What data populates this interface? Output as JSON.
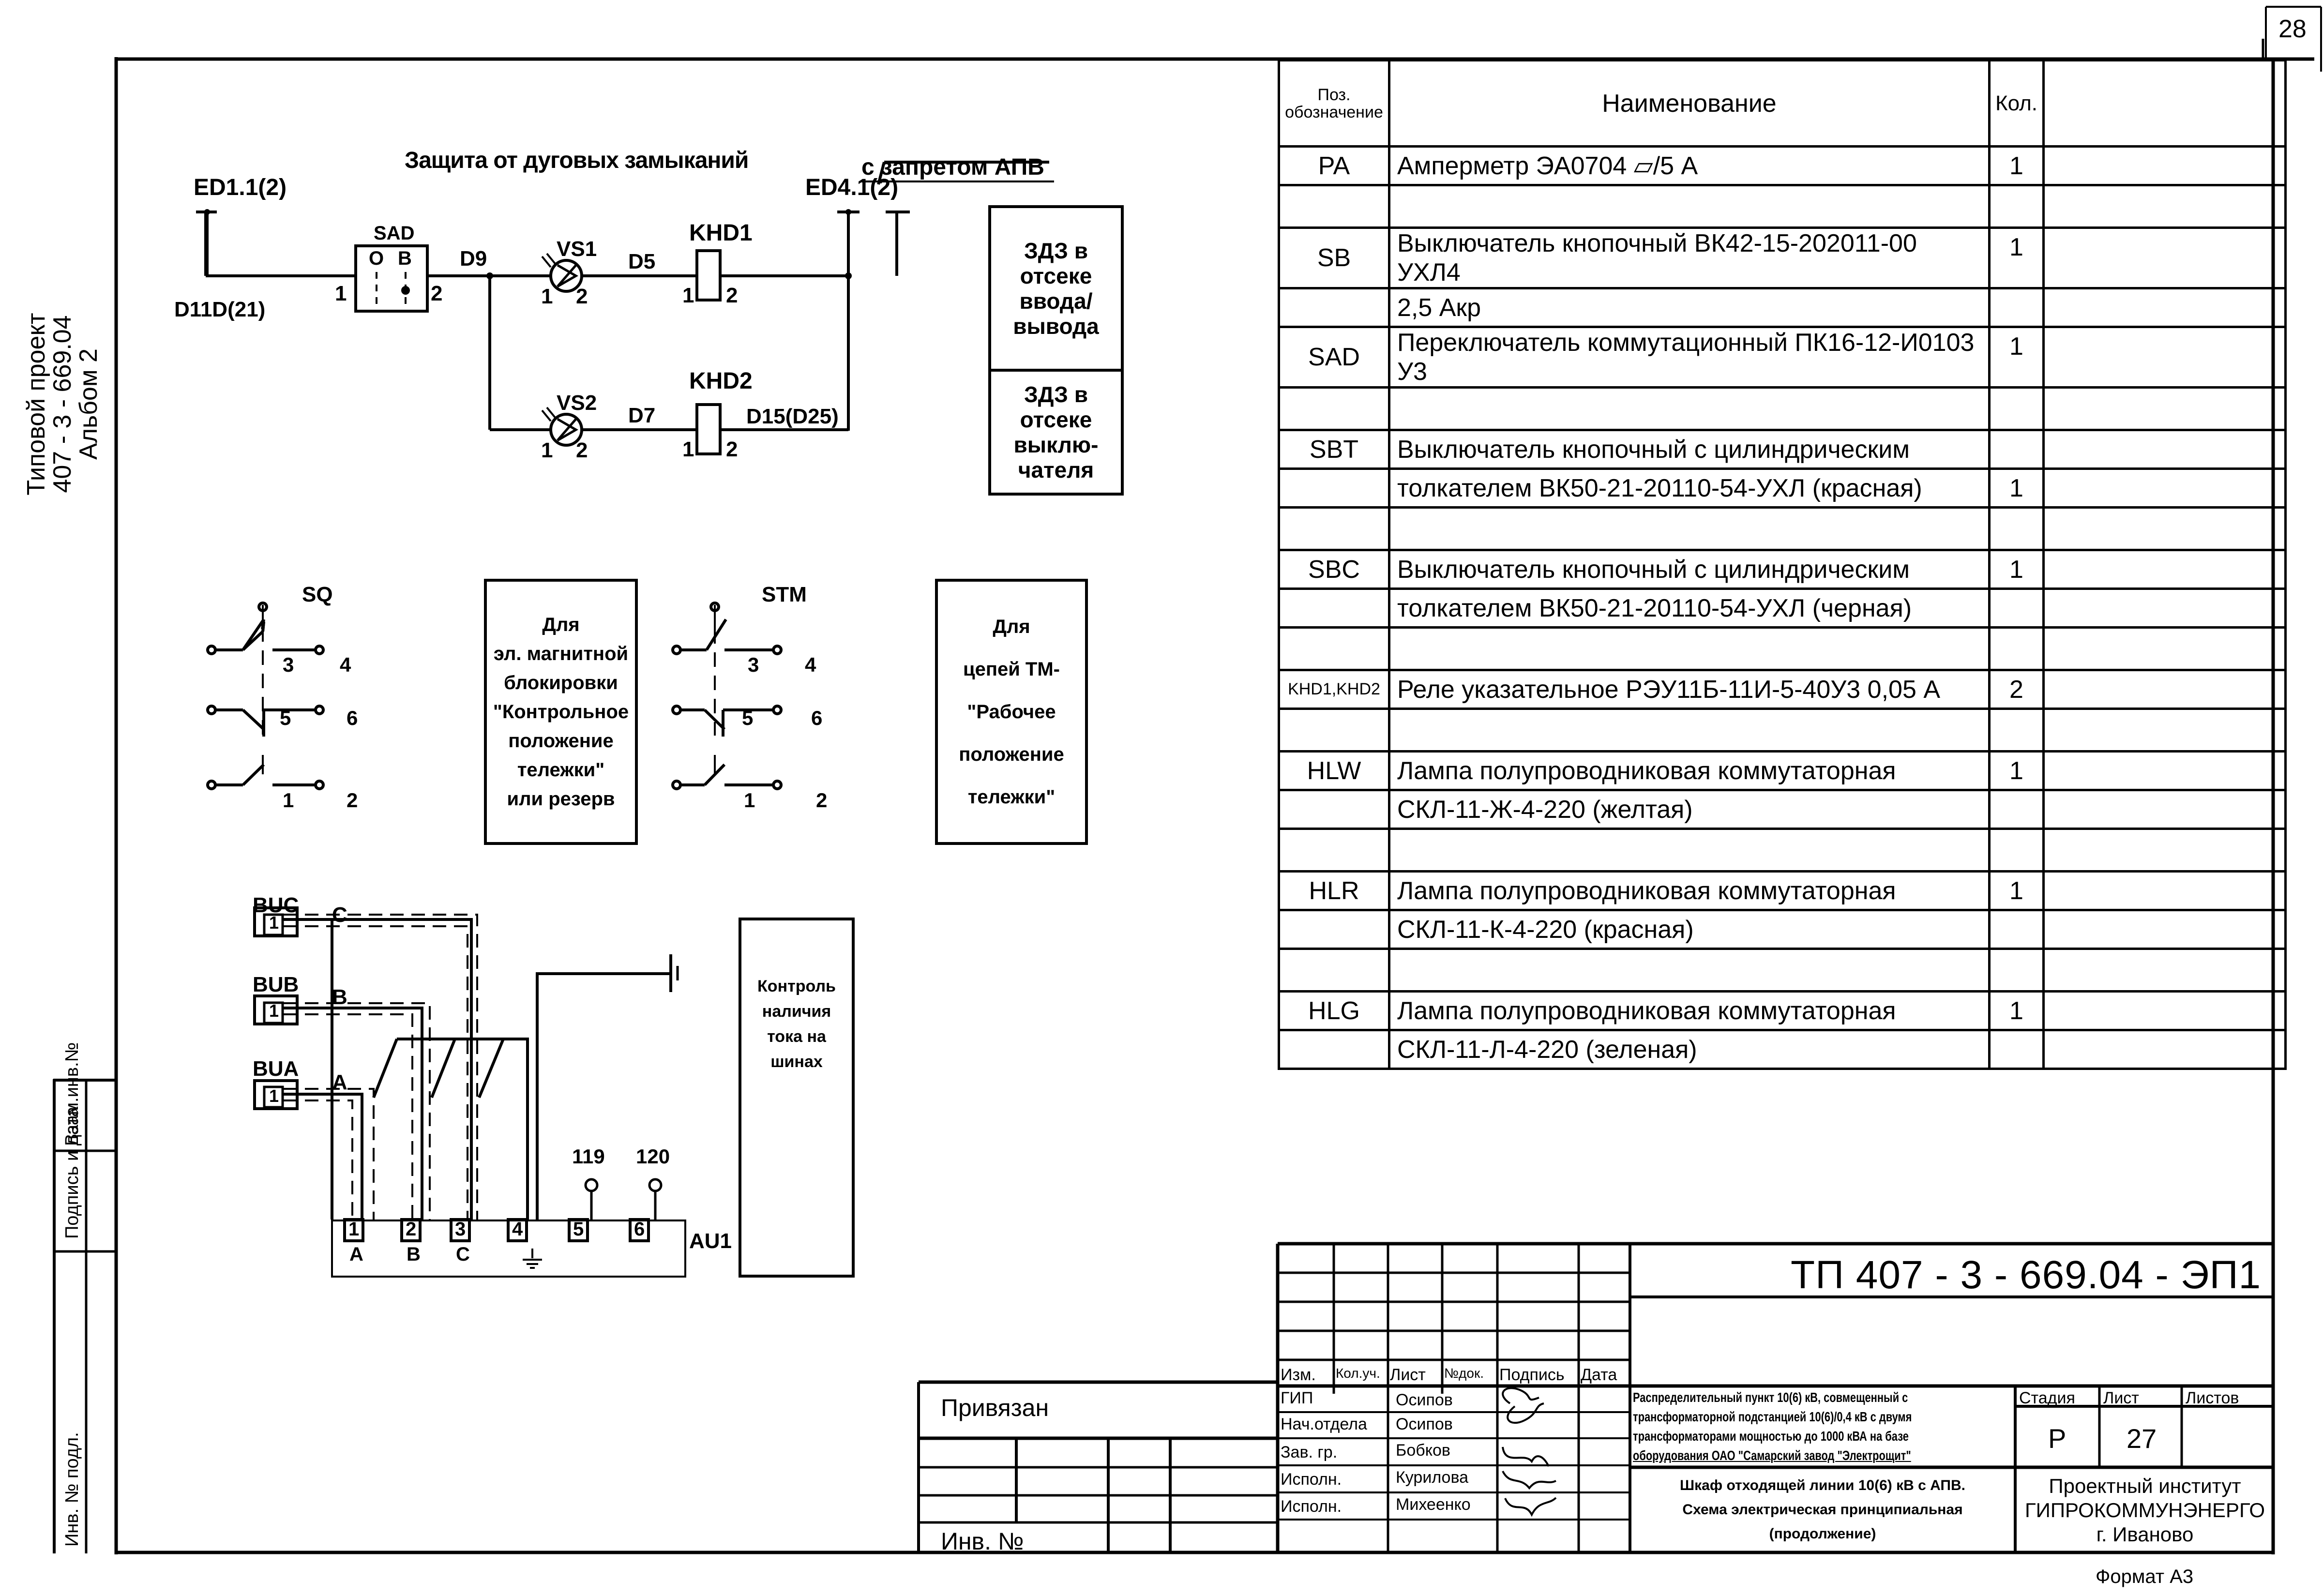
{
  "sheet": {
    "sheet_number": "28",
    "format_label": "Формат А3",
    "side_label": [
      "Типовой проект",
      "407 - 3 - 669.04",
      "Альбом 2"
    ],
    "side_stamp": [
      "Взам.инв.№",
      "Подпись и дата",
      "Инв. № подл."
    ]
  },
  "schematic": {
    "title": "Защита от дуговых замыканий",
    "note_no_reclose": "с запретом АПВ",
    "terminal_left": "ED1.1(2)",
    "terminal_right": "ED4.1(2)",
    "wires": {
      "w1": "D11D(21)",
      "w2": "D9",
      "w3": "D5",
      "w4": "D7",
      "w5": "D15(D25)"
    },
    "sad": {
      "label": "SAD",
      "pos_o": "О",
      "pos_b": "В",
      "pin1": "1",
      "pin2": "2"
    },
    "vs1": {
      "label": "VS1",
      "pin1": "1",
      "pin2": "2"
    },
    "vs2": {
      "label": "VS2",
      "pin1": "1",
      "pin2": "2"
    },
    "khd1": {
      "label": "KHD1",
      "pin1": "1",
      "pin2": "2"
    },
    "khd2": {
      "label": "KHD2",
      "pin1": "1",
      "pin2": "2"
    },
    "zdz_box_1": [
      "ЗДЗ в",
      "отсеке",
      "ввода/",
      "вывода"
    ],
    "zdz_box_2": [
      "ЗДЗ в",
      "отсеке",
      "выклю-",
      "чателя"
    ],
    "sq": {
      "label": "SQ",
      "pins": [
        "3",
        "4",
        "5",
        "6",
        "1",
        "2"
      ]
    },
    "sq_note": [
      "Для",
      "эл. магнитной",
      "блокировки",
      "\"Контрольное",
      "положение",
      "тележки\"",
      "или резерв"
    ],
    "stm": {
      "label": "STM",
      "pins": [
        "3",
        "4",
        "5",
        "6",
        "1",
        "2"
      ]
    },
    "stm_note": [
      "Для",
      "цепей ТМ-",
      "\"Рабочее",
      "положение",
      "тележки\""
    ],
    "sensors": [
      {
        "label": "BUC",
        "pin": "1",
        "phase": "C"
      },
      {
        "label": "BUB",
        "pin": "1",
        "phase": "B"
      },
      {
        "label": "BUA",
        "pin": "1",
        "phase": "A"
      }
    ],
    "au1": {
      "label": "AU1",
      "terminals": [
        "1",
        "2",
        "3",
        "4",
        "5",
        "6"
      ],
      "phases": [
        "A",
        "B",
        "C"
      ],
      "out1": "119",
      "out2": "120"
    },
    "bus_note": [
      "Контроль",
      "наличия",
      "тока на",
      "шинах"
    ]
  },
  "spec_table": {
    "headers": {
      "pos": "Поз. обозначение",
      "name": "Наименование",
      "qty": "Кол."
    },
    "rows": [
      {
        "pos": "PA",
        "name": "Амперметр ЭА0704 ▱/5 А",
        "qty": "1"
      },
      {
        "pos": "",
        "name": "",
        "qty": ""
      },
      {
        "pos": "SB",
        "name": "Выключатель  кнопочный ВК42-15-202011-00 УХЛ4",
        "qty": "1"
      },
      {
        "pos": "",
        "name": "2,5 Акр",
        "qty": ""
      },
      {
        "pos": "SAD",
        "name": "Переключатель коммутационный ПК16-12-И0103 У3",
        "qty": "1"
      },
      {
        "pos": "",
        "name": "",
        "qty": ""
      },
      {
        "pos": "SBT",
        "name": "Выключатель кнопочный с цилиндрическим",
        "qty": ""
      },
      {
        "pos": "",
        "name": "толкателем ВК50-21-20110-54-УХЛ (красная)",
        "qty": "1"
      },
      {
        "pos": "",
        "name": "",
        "qty": ""
      },
      {
        "pos": "SBC",
        "name": "Выключатель кнопочный с цилиндрическим",
        "qty": "1"
      },
      {
        "pos": "",
        "name": "толкателем ВК50-21-20110-54-УХЛ (черная)",
        "qty": ""
      },
      {
        "pos": "",
        "name": "",
        "qty": ""
      },
      {
        "pos": "KHD1,KHD2",
        "name": "Реле указательное РЭУ11Б-11И-5-40У3 0,05 А",
        "qty": "2"
      },
      {
        "pos": "",
        "name": "",
        "qty": ""
      },
      {
        "pos": "HLW",
        "name": "Лампа полупроводниковая коммутаторная",
        "qty": "1"
      },
      {
        "pos": "",
        "name": "СКЛ-11-Ж-4-220 (желтая)",
        "qty": ""
      },
      {
        "pos": "",
        "name": "",
        "qty": ""
      },
      {
        "pos": "HLR",
        "name": "Лампа полупроводниковая коммутаторная",
        "qty": "1"
      },
      {
        "pos": "",
        "name": "СКЛ-11-К-4-220 (красная)",
        "qty": ""
      },
      {
        "pos": "",
        "name": "",
        "qty": ""
      },
      {
        "pos": "HLG",
        "name": "Лампа полупроводниковая коммутаторная",
        "qty": "1"
      },
      {
        "pos": "",
        "name": "СКЛ-11-Л-4-220 (зеленая)",
        "qty": ""
      }
    ]
  },
  "title_block": {
    "doc_code": "ТП  407 - 3 -  669.04 - ЭП1",
    "rev_headers": [
      "Изм.",
      "Кол.уч.",
      "Лист",
      "№док.",
      "Подпись",
      "Дата"
    ],
    "signatories": [
      {
        "role": "ГИП",
        "name": "Осипов"
      },
      {
        "role": "Нач.отдела",
        "name": "Осипов"
      },
      {
        "role": "Зав. гр.",
        "name": "Бобков"
      },
      {
        "role": "Исполн.",
        "name": "Курилова"
      },
      {
        "role": "Исполн.",
        "name": "Михеенко"
      }
    ],
    "project_desc": [
      "Распределительный пункт 10(6) кВ, совмещенный с",
      "трансформаторной подстанцией 10(6)/0,4 кВ с двумя",
      "трансформаторами мощностью до 1000 кВА на базе",
      "оборудования ОАО \"Самарский завод \"Электрощит\""
    ],
    "sheet_title": [
      "Шкаф отходящей  линии 10(6) кВ с АПВ.",
      "Схема электрическая принципиальная",
      "(продолжение)"
    ],
    "stage_label": "Стадия",
    "sheet_label": "Лист",
    "sheets_label": "Листов",
    "stage": "Р",
    "sheet": "27",
    "sheets": "",
    "org": [
      "Проектный институт",
      "ГИПРОКОММУНЭНЕРГО",
      "г. Иваново"
    ],
    "bound_label": "Привязан",
    "inv_label": "Инв. №"
  }
}
